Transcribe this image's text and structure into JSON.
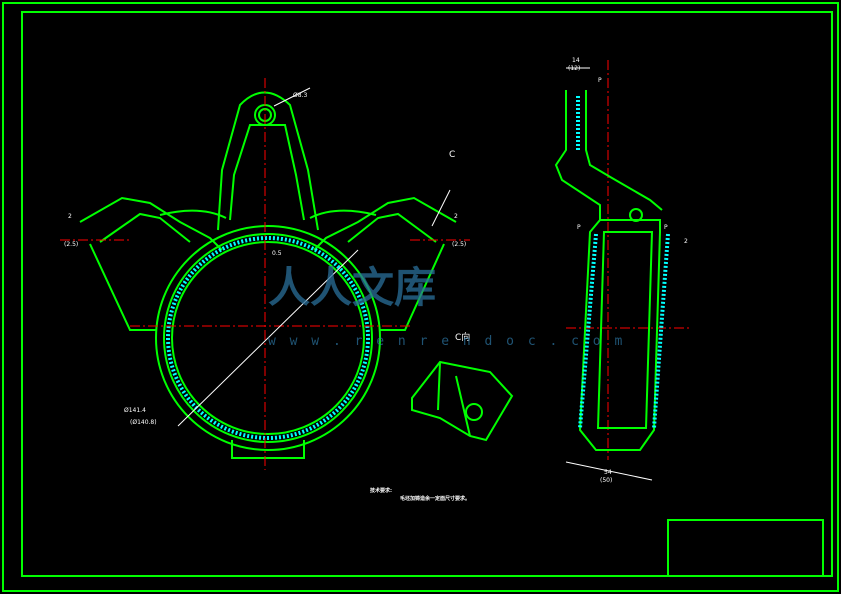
{
  "drawing": {
    "dimensions": {
      "hole_dia": "Ø8.3",
      "left_thk": "2",
      "left_thk2": "(2.5)",
      "right_thk": "2",
      "right_thk2": "(2.5)",
      "height_05": "0.5",
      "inner_dia": "Ø141.4",
      "outer_dia": "(Ø140.8)",
      "top_14": "14",
      "top_12": "(12)",
      "p_top": "P",
      "p_mid_left": "P",
      "p_mid_right": "P",
      "r_right": "2",
      "bottom_54": "54",
      "bottom_50": "(50)"
    },
    "labels": {
      "section_c": "C",
      "view_c": "C向"
    },
    "notes": {
      "title": "技术要求:",
      "line1": "毛坯加铸造余一定面尺寸要求。"
    },
    "watermark": {
      "chinese": "人人文库",
      "url": "w w w . r e n r e n d o c . c o m"
    },
    "colors": {
      "outline": "#00ff00",
      "centerline": "#ff0000",
      "hatch": "#00ffff",
      "dimension": "#ffffff",
      "background": "#000000"
    }
  }
}
